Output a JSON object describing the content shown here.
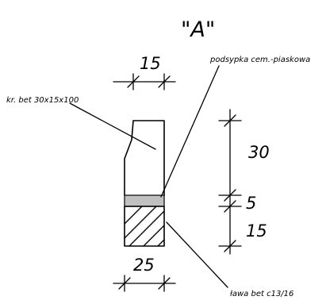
{
  "title": "\"A\"",
  "labels": {
    "kerb": "kr. bet 30x15x100",
    "bedding": "podsypka cem.-piaskowa",
    "bench": "ława bet c13/16"
  },
  "dimensions": {
    "top_width": "15",
    "bottom_width": "25",
    "kerb_height": "30",
    "bedding_height": "5",
    "bench_height": "15"
  },
  "colors": {
    "line": "#000000",
    "bedding_fill": "#c0c0c0",
    "background": "#ffffff"
  }
}
